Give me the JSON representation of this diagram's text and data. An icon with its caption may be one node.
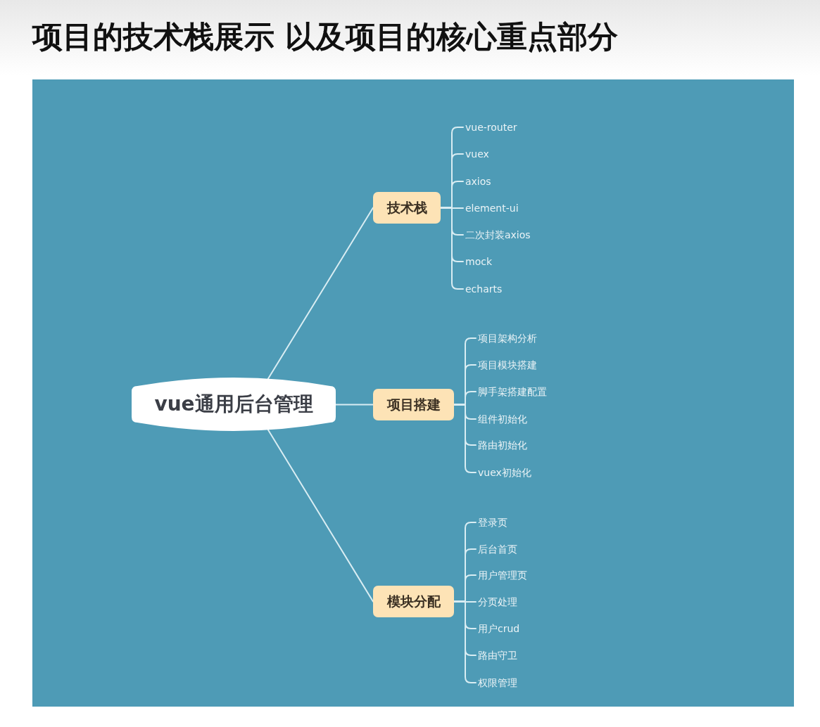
{
  "diagram": {
    "title": "项目的技术栈展示 以及项目的核心重点部分",
    "nodes": [
      {
        "text": [
          "vue通用后台管理"
        ]
      },
      {
        "text": [
          "技术栈"
        ]
      },
      {
        "text": [
          "vue-router"
        ]
      },
      {
        "text": [
          "vuex"
        ]
      },
      {
        "text": [
          "axios"
        ]
      },
      {
        "text": [
          "element-ui"
        ]
      },
      {
        "text": [
          "二次封装axios"
        ]
      },
      {
        "text": [
          "mock"
        ]
      },
      {
        "text": [
          "echarts"
        ]
      },
      {
        "text": [
          "项目搭建"
        ]
      },
      {
        "text": [
          "项目架构分析"
        ]
      },
      {
        "text": [
          "项目模块搭建"
        ]
      },
      {
        "text": [
          "脚手架搭建配置"
        ]
      },
      {
        "text": [
          "组件初始化"
        ]
      },
      {
        "text": [
          "路由初始化"
        ]
      },
      {
        "text": [
          "vuex初始化"
        ]
      },
      {
        "text": [
          "模块分配"
        ]
      },
      {
        "text": [
          "登录页"
        ]
      },
      {
        "text": [
          "后台首页"
        ]
      },
      {
        "text": [
          "用户管理页"
        ]
      },
      {
        "text": [
          "分页处理"
        ]
      },
      {
        "text": [
          "用户crud"
        ]
      },
      {
        "text": [
          "路由守卫"
        ]
      },
      {
        "text": [
          "权限管理"
        ]
      }
    ],
    "edges": [
      {
        "from": 0,
        "to": 1,
        "arrow": "none"
      },
      {
        "from": 0,
        "to": 9,
        "arrow": "none"
      },
      {
        "from": 0,
        "to": 16,
        "arrow": "none"
      },
      {
        "from": 1,
        "to": 2,
        "arrow": "none"
      },
      {
        "from": 1,
        "to": 3,
        "arrow": "none"
      },
      {
        "from": 1,
        "to": 4,
        "arrow": "none"
      },
      {
        "from": 1,
        "to": 5,
        "arrow": "none"
      },
      {
        "from": 1,
        "to": 6,
        "arrow": "none"
      },
      {
        "from": 1,
        "to": 7,
        "arrow": "none"
      },
      {
        "from": 1,
        "to": 8,
        "arrow": "none"
      },
      {
        "from": 9,
        "to": 10,
        "arrow": "none"
      },
      {
        "from": 9,
        "to": 11,
        "arrow": "none"
      },
      {
        "from": 9,
        "to": 12,
        "arrow": "none"
      },
      {
        "from": 9,
        "to": 13,
        "arrow": "none"
      },
      {
        "from": 9,
        "to": 14,
        "arrow": "none"
      },
      {
        "from": 9,
        "to": 15,
        "arrow": "none"
      },
      {
        "from": 16,
        "to": 17,
        "arrow": "none"
      },
      {
        "from": 16,
        "to": 18,
        "arrow": "none"
      },
      {
        "from": 16,
        "to": 19,
        "arrow": "none"
      },
      {
        "from": 16,
        "to": 20,
        "arrow": "none"
      },
      {
        "from": 16,
        "to": 21,
        "arrow": "none"
      },
      {
        "from": 16,
        "to": 22,
        "arrow": "none"
      },
      {
        "from": 16,
        "to": 23,
        "arrow": "none"
      }
    ]
  }
}
